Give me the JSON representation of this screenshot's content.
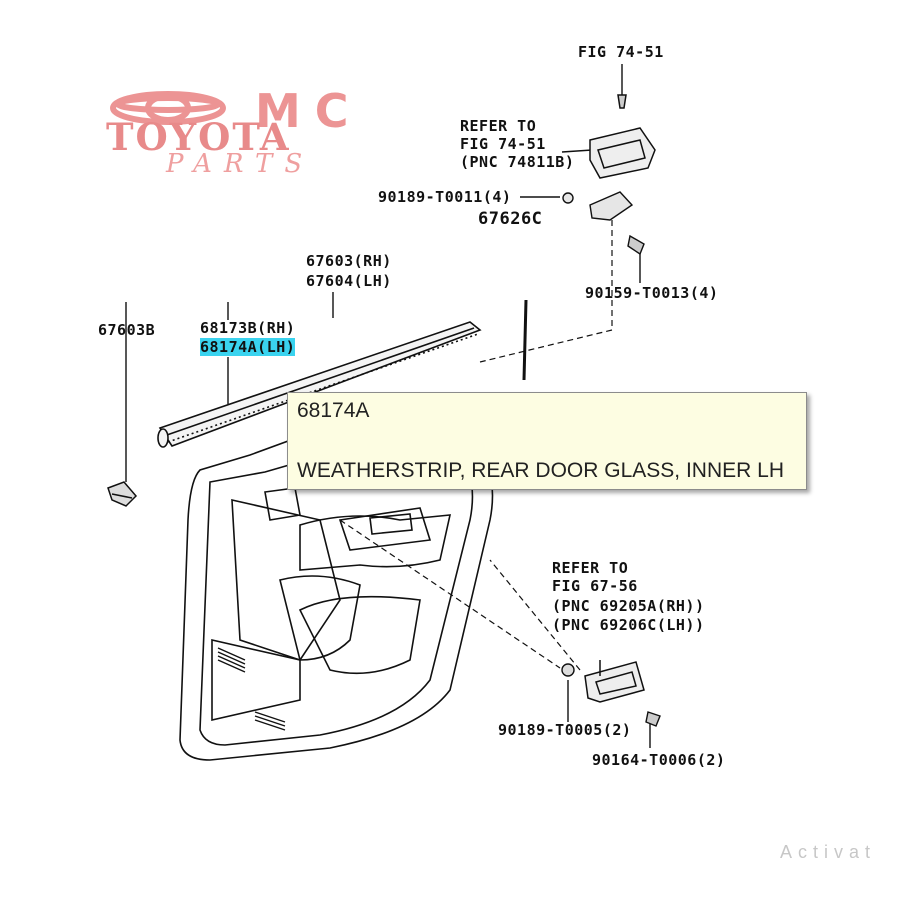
{
  "logo": {
    "mc": "MC",
    "toyota": "TOYOTA",
    "parts": "PARTS"
  },
  "labels": {
    "fig_74_51": "FIG 74-51",
    "refer_to_1_line1": "REFER TO",
    "refer_to_1_line2": "FIG 74-51",
    "refer_to_1_line3": "(PNC 74811B)",
    "p90189_t0011": "90189-T0011(4)",
    "p67626c": "67626C",
    "p67603_rh": "67603(RH)",
    "p67604_lh": "67604(LH)",
    "p90159_t0013": "90159-T0013(4)",
    "p67603b": "67603B",
    "p68173b_rh": "68173B(RH)",
    "p68174a_lh": "68174A(LH)",
    "refer_to_2_line1": "REFER TO",
    "refer_to_2_line2": "FIG 67-56",
    "refer_to_2_line3": "(PNC 69205A(RH))",
    "refer_to_2_line4": "(PNC 69206C(LH))",
    "p90189_t0005": "90189-T0005(2)",
    "p90164_t0006": "90164-T0006(2)"
  },
  "tooltip": {
    "pnc": "68174A",
    "description": "WEATHERSTRIP, REAR DOOR GLASS, INNER LH"
  },
  "watermark": {
    "text": "Activat"
  },
  "colors": {
    "highlight": "#3ad3ef",
    "logo": "#e88a8a",
    "tooltip_bg": "#fdfde2",
    "line": "#111111"
  }
}
